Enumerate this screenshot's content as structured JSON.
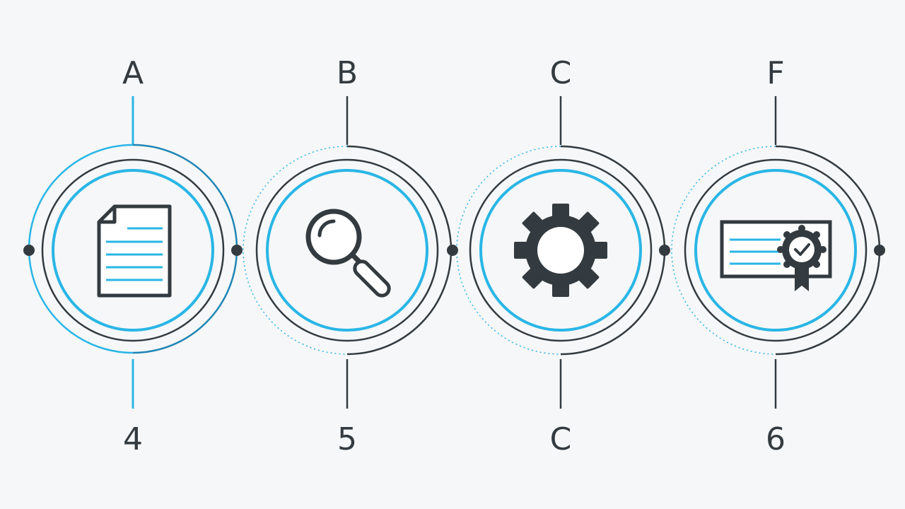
{
  "colors": {
    "background": "#f6f7f8",
    "dark": "#333b40",
    "accent": "#29b6e6",
    "accent_light": "#8fd3ef"
  },
  "steps": [
    {
      "top_label": "A",
      "bottom_label": "4",
      "icon": "document-icon"
    },
    {
      "top_label": "B",
      "bottom_label": "5",
      "icon": "magnifier-icon"
    },
    {
      "top_label": "C",
      "bottom_label": "C",
      "icon": "gear-icon"
    },
    {
      "top_label": "F",
      "bottom_label": "6",
      "icon": "certificate-icon"
    }
  ]
}
